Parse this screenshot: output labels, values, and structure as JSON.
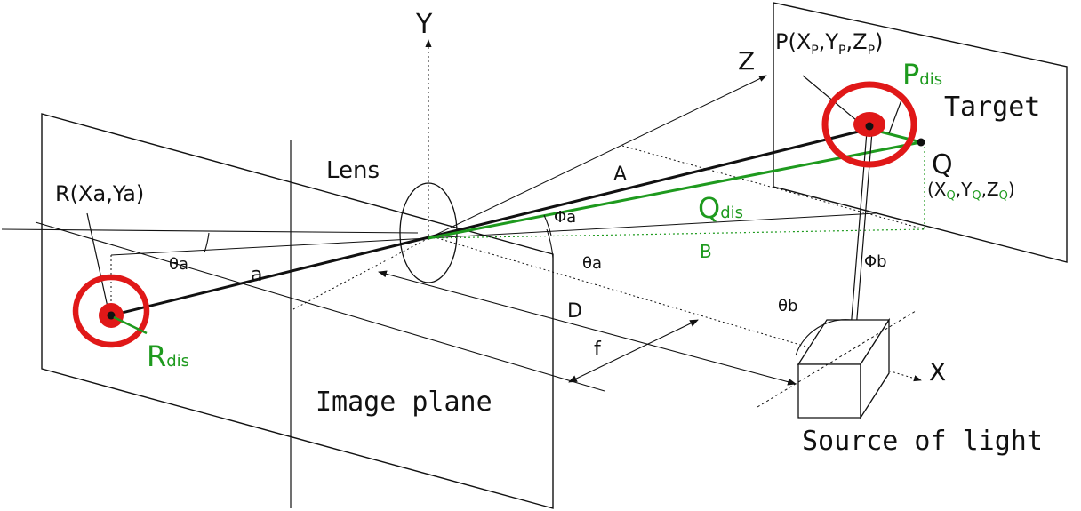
{
  "labels": {
    "axis_y": "Y",
    "axis_z": "Z",
    "axis_x": "X",
    "point_p": "P(X",
    "point_p_sub_x": "P",
    "point_p_sep1": ",Y",
    "point_p_sub_y": "P",
    "point_p_sep2": ",Z",
    "point_p_sub_z": "P",
    "point_p_close": ")",
    "p_dis_main": "P",
    "p_dis_sub": "dis",
    "target": "Target",
    "point_q": "Q",
    "q_coord_open": "(X",
    "q_sub_x": "Q",
    "q_sep1": ",Y",
    "q_sub_y": "Q",
    "q_sep2": ",Z",
    "q_sub_z": "Q",
    "q_close": ")",
    "lens": "Lens",
    "seg_a_upper": "A",
    "phi_a": "Φa",
    "q_dis_main": "Q",
    "q_dis_sub": "dis",
    "theta_a_right": "θa",
    "seg_b": "B",
    "phi_b": "Φb",
    "point_r": "R(Xa,Ya)",
    "theta_a_left": "θa",
    "seg_a_lower": "a",
    "r_dis_main": "R",
    "r_dis_sub": "dis",
    "seg_d": "D",
    "seg_f": "f",
    "theta_b": "θb",
    "image_plane": "Image plane",
    "source_of_light": "Source of light"
  },
  "colors": {
    "line": "#111111",
    "green": "#1e9a1e",
    "ring_red": "#e01818",
    "dot_red": "#e01818"
  }
}
